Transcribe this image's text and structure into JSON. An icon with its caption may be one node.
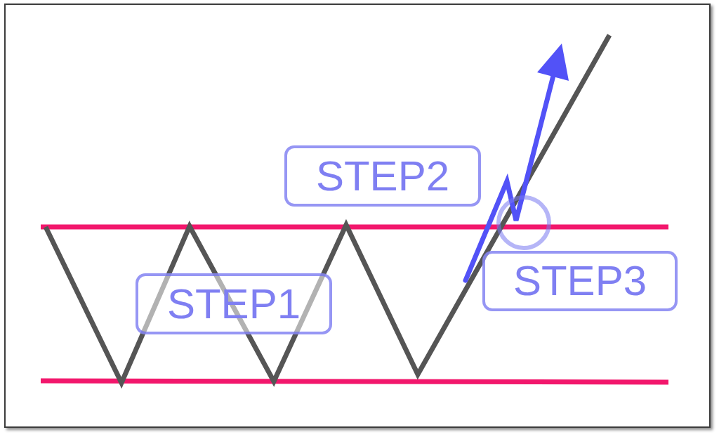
{
  "diagram": {
    "nodes": [
      {
        "text": [
          "STEP1"
        ]
      },
      {
        "text": [
          "STEP2"
        ]
      },
      {
        "text": [
          "STEP3"
        ]
      }
    ]
  }
}
